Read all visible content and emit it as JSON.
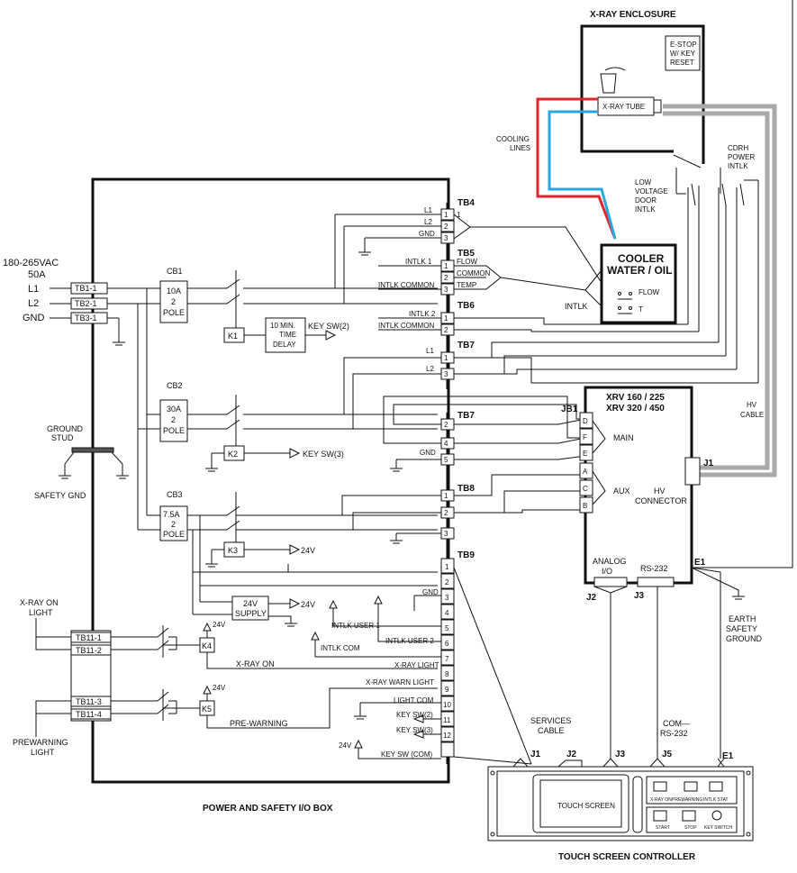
{
  "labels": {
    "xray_enclosure": "X-RAY ENCLOSURE",
    "estop": [
      "E-STOP",
      "W/ KEY",
      "RESET"
    ],
    "xray_tube": "X-RAY TUBE",
    "cooling_lines": [
      "COOLING",
      "LINES"
    ],
    "cdrh": [
      "CDRH",
      "POWER",
      "INTLK"
    ],
    "low_voltage": [
      "LOW",
      "VOLTAGE",
      "DOOR",
      "INTLK"
    ],
    "cooler": [
      "COOLER",
      "WATER / OIL"
    ],
    "flow": "FLOW",
    "t": "T",
    "intlk": "INTLK",
    "supply": [
      "180-265VAC",
      "50A"
    ],
    "l1": "L1",
    "l2": "L2",
    "gnd": "GND",
    "tb1": "TB1-1",
    "tb2": "TB2-1",
    "tb3": "TB3-1",
    "cb1": "CB1",
    "cb1_rating": [
      "10A",
      "2",
      "POLE"
    ],
    "cb2": "CB2",
    "cb2_rating": [
      "30A",
      "2",
      "POLE"
    ],
    "cb3": "CB3",
    "cb3_rating": [
      "7.5A",
      "2",
      "POLE"
    ],
    "k1": "K1",
    "k2": "K2",
    "k3": "K3",
    "k4": "K4",
    "k5": "K5",
    "delay": [
      "10 MIN.",
      "TIME",
      "DELAY"
    ],
    "keysw2": "KEY SW(2)",
    "keysw3": "KEY SW(3)",
    "v24": "24V",
    "supply24": [
      "24V",
      "SUPPLY"
    ],
    "ground_stud": [
      "GROUND",
      "STUD"
    ],
    "safety_gnd": "SAFETY GND",
    "xray_on_light": [
      "X-RAY ON",
      "LIGHT"
    ],
    "prewarning_light": [
      "PREWARNING",
      "LIGHT"
    ],
    "tb11": [
      "TB11-1",
      "TB11-2",
      "TB11-3",
      "TB11-4"
    ],
    "xray_on": "X-RAY ON",
    "pre_warning": "PRE-WARNING",
    "tb4": "TB4",
    "tb5": "TB5",
    "tb6": "TB6",
    "tb7": "TB7",
    "tb8": "TB8",
    "tb9": "TB9",
    "tb4_pins": [
      "L1",
      "L2",
      "GND"
    ],
    "tb5_pins": [
      "INTLK 1",
      "INTLK COMMON"
    ],
    "tb5_right": [
      "FLOW",
      "COMMON",
      "TEMP"
    ],
    "tb6_pins": [
      "INTLK 2",
      "INTLK COMMON"
    ],
    "tb7_pins": [
      "L1",
      "L2"
    ],
    "tb7b_gnd": "GND",
    "tb9_pins": [
      "GND",
      "INTLK USER 1",
      "INTLK USER 2",
      "INTLK COM",
      "X-RAY LIGHT",
      "X-RAY WARN LIGHT",
      "LIGHT COM",
      "KEY SW(2)",
      "KEY SW(3)",
      "KEY SW (COM)"
    ],
    "xrv": [
      "XRV 160 / 225",
      "XRV 320 / 450"
    ],
    "jb1": "JB1",
    "jb1_pins": [
      "D",
      "F",
      "E",
      "A",
      "C",
      "B"
    ],
    "main": "MAIN",
    "aux": "AUX",
    "hv_connector": [
      "HV",
      "CONNECTOR"
    ],
    "j1": "J1",
    "hv_cable": [
      "HV",
      "CABLE"
    ],
    "analog_io": [
      "ANALOG",
      "I/O"
    ],
    "rs232": "RS-232",
    "j2": "J2",
    "j3": "J3",
    "e1": "E1",
    "j5": "J5",
    "earth": [
      "EARTH",
      "SAFETY",
      "GROUND"
    ],
    "services_cable": [
      "SERVICES",
      "CABLE"
    ],
    "com_rs232": [
      "COM—",
      "RS-232"
    ],
    "power_box": "POWER AND SAFETY I/O BOX",
    "touch_screen": "TOUCH SCREEN",
    "tsc_title": "TOUCH SCREEN CONTROLLER",
    "tsc_buttons": [
      "X-RAY ON",
      "PREWARNING",
      "INTLK STAT",
      "START",
      "STOP",
      "KEY SWITCH"
    ]
  },
  "colors": {
    "hot": "#e0262b",
    "cool": "#2aa6e0",
    "hv": "#a9a9a9",
    "line": "#111111"
  }
}
